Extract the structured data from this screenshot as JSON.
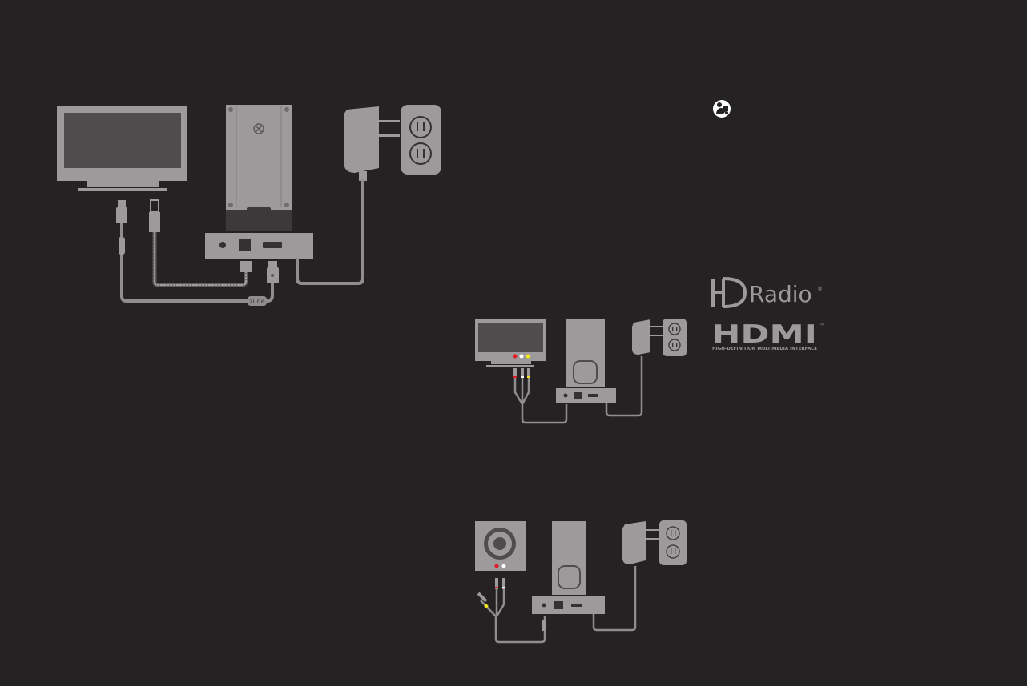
{
  "diagram": {
    "main": {
      "cable_brand": "zune"
    },
    "logos": {
      "hd_prefix": "HD",
      "hd_radio": "Radio",
      "hd_reg": "®",
      "hdmi": "HDMI",
      "hdmi_tm": "™",
      "hdmi_sub": "HIGH-DEFINITION MULTIMEDIA INTERFACE"
    },
    "info_icon": "info-person-icon",
    "colors": {
      "background": "#252223",
      "device": "#9c9a9b",
      "device_dark": "#6f6d6e",
      "screen": "#4e4c4d",
      "cable": "#8f8d8e",
      "rca_red": "#e31b23",
      "rca_white": "#ffffff",
      "rca_yellow": "#f7e51e"
    }
  }
}
